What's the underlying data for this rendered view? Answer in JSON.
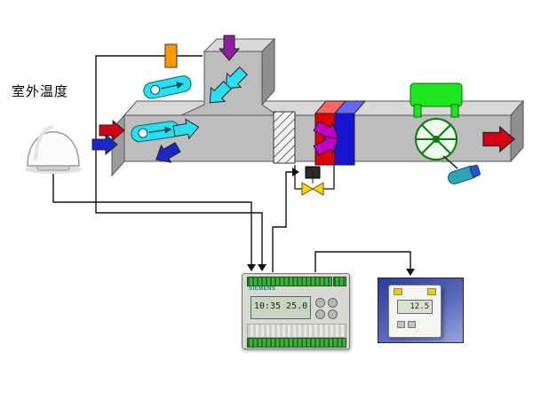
{
  "labels": {
    "outdoor_temp": "室外温度"
  },
  "controller": {
    "brand": "SIEMENS",
    "display": "10:35 25.0"
  },
  "room_unit": {
    "display": "12.5"
  },
  "colors": {
    "duct_front": "#bdbdbd",
    "duct_top": "#d9d9d9",
    "duct_side": "#8f8f8f",
    "duct_inner": "#9c9c9c",
    "arrow_red": "#d40014",
    "arrow_blue": "#1828c8",
    "arrow_purple": "#8d1f9e",
    "arrow_magenta": "#c000c0",
    "flow_cyan": "#29dff0",
    "coil_hot": "#e00000",
    "coil_hot_top": "#ff6666",
    "coil_cold": "#1414d2",
    "coil_cold_top": "#6868ff",
    "fan_green": "#1ee61e",
    "motor_teal": "#2fa3b8",
    "valve_yellow": "#ffd400",
    "damper_orange": "#ff9900"
  }
}
